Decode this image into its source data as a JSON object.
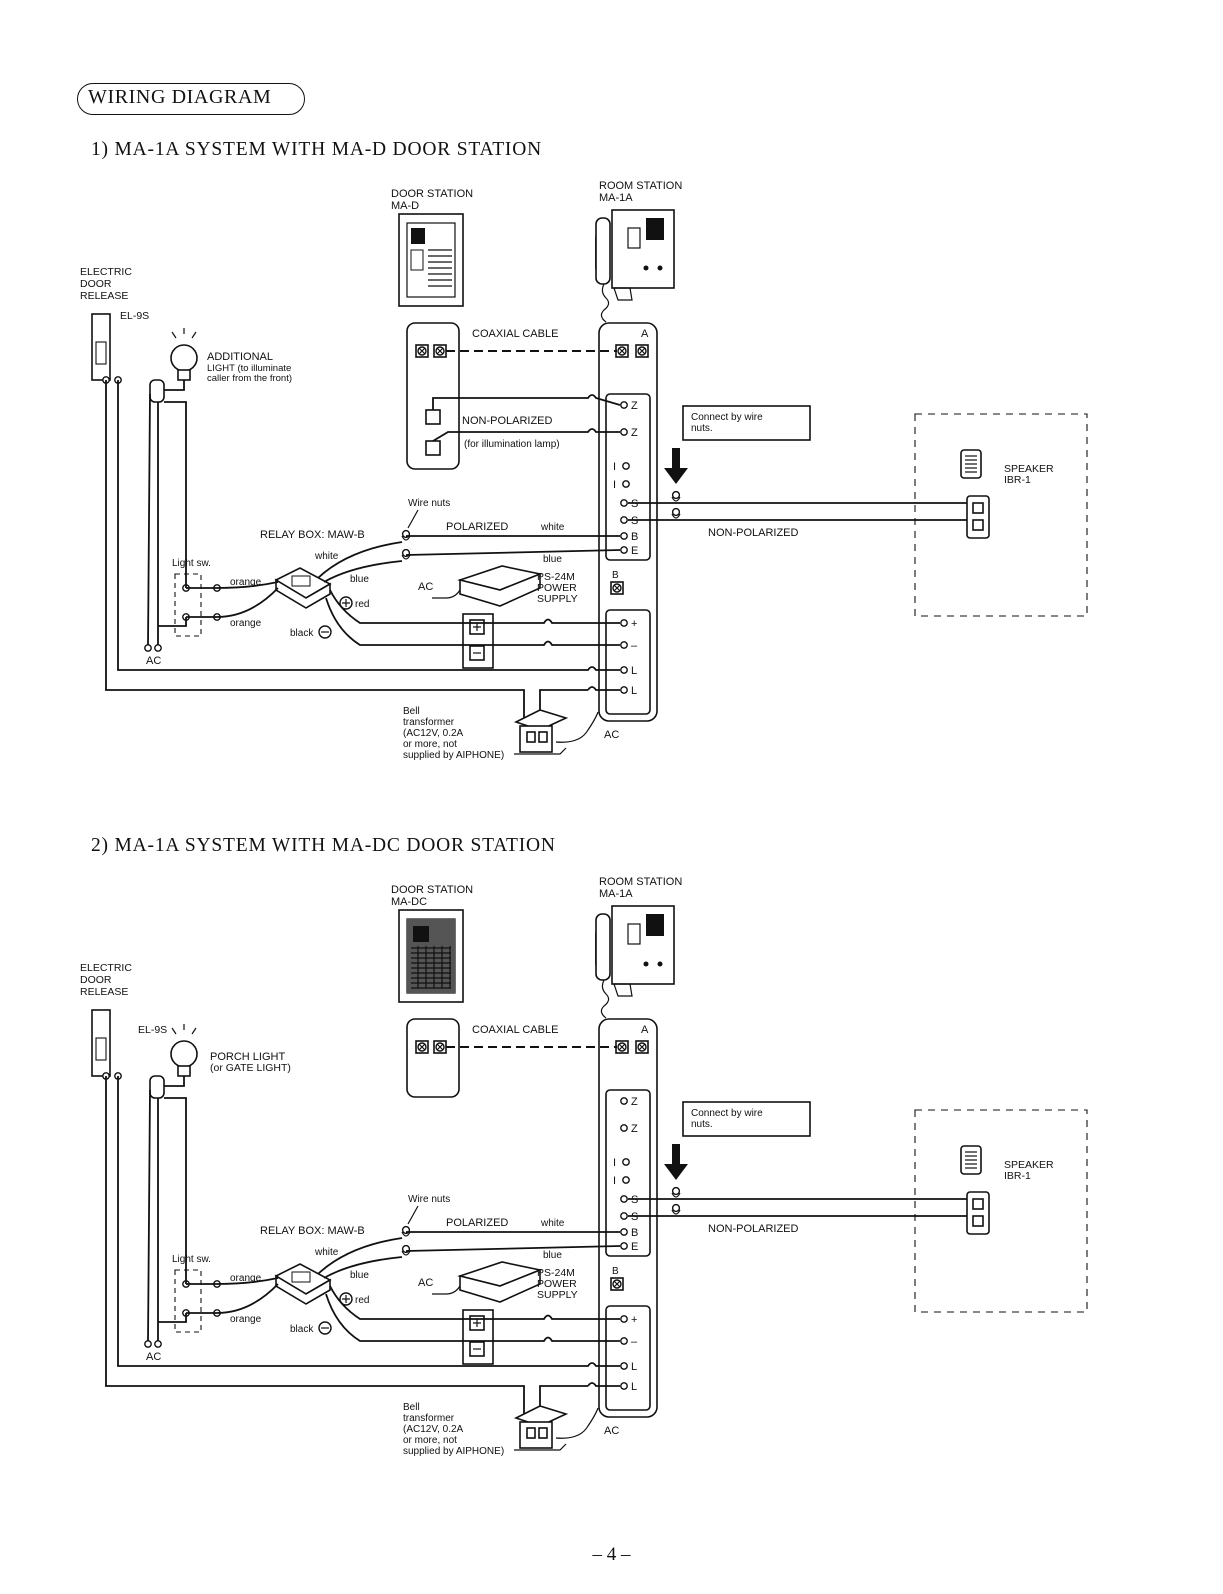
{
  "heading": "WIRING DIAGRAM",
  "page_number": "– 4 –",
  "diagrams": [
    {
      "title": "1)   MA-1A  SYSTEM  WITH  MA-D  DOOR  STATION",
      "door_station": "DOOR STATION",
      "door_model": "MA-D",
      "room_station": "ROOM STATION",
      "room_model": "MA-1A",
      "electric_door_release": [
        "ELECTRIC",
        "DOOR",
        "RELEASE"
      ],
      "door_release_model": "EL-9S",
      "light_label": "ADDITIONAL",
      "light_sub": [
        "LIGHT (to illuminate",
        "caller from the front)"
      ],
      "coaxial_cable": "COAXIAL CABLE",
      "non_polarized_upper": "NON-POLARIZED",
      "illumination_note": "(for illumination lamp)",
      "connect_note": [
        "Connect by wire",
        "nuts."
      ],
      "speaker": [
        "SPEAKER",
        "IBR-1"
      ],
      "wire_nuts": "Wire nuts",
      "relay_box": "RELAY BOX: MAW-B",
      "polarized": "POLARIZED",
      "non_polarized_lower": "NON-POLARIZED",
      "light_switch": "Light sw.",
      "ac": "AC",
      "power_supply": [
        "PS-24M",
        "POWER",
        "SUPPLY"
      ],
      "bell_transformer": [
        "Bell",
        "transformer",
        "(AC12V, 0.2A",
        "or more, not",
        "supplied by AIPHONE)"
      ]
    },
    {
      "title": "2)   MA-1A  SYSTEM  WITH  MA-DC  DOOR  STATION",
      "door_station": "DOOR STATION",
      "door_model": "MA-DC",
      "room_station": "ROOM STATION",
      "room_model": "MA-1A",
      "electric_door_release": [
        "ELECTRIC",
        "DOOR",
        "RELEASE"
      ],
      "door_release_model": "EL-9S",
      "light_label": "PORCH LIGHT",
      "light_sub": [
        "(or GATE LIGHT)"
      ],
      "coaxial_cable": "COAXIAL CABLE",
      "non_polarized_upper": "",
      "illumination_note": "",
      "connect_note": [
        "Connect by wire",
        "nuts."
      ],
      "speaker": [
        "SPEAKER",
        "IBR-1"
      ],
      "wire_nuts": "Wire nuts",
      "relay_box": "RELAY BOX: MAW-B",
      "polarized": "POLARIZED",
      "non_polarized_lower": "NON-POLARIZED",
      "light_switch": "Light sw.",
      "ac": "AC",
      "power_supply": [
        "PS-24M",
        "POWER",
        "SUPPLY"
      ],
      "bell_transformer": [
        "Bell",
        "transformer",
        "(AC12V, 0.2A",
        "or more, not",
        "supplied by AIPHONE)"
      ]
    }
  ],
  "terminals": {
    "coax": "A",
    "relay": "B",
    "z": [
      "Z",
      "Z"
    ],
    "i": [
      "I",
      "I"
    ],
    "s": [
      "S",
      "S"
    ],
    "polarized": [
      "B",
      "E"
    ],
    "power": [
      "+",
      "–"
    ],
    "bell": [
      "L",
      "L"
    ]
  },
  "wire_colors": {
    "white": "white",
    "blue": "blue",
    "orange": "orange",
    "red": "red",
    "black": "black"
  }
}
